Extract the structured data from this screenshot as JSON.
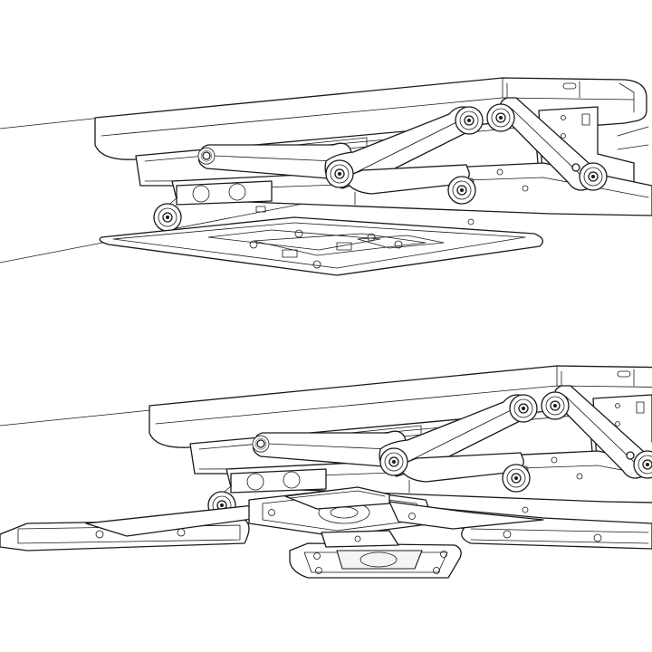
{
  "figure": {
    "views": [
      {
        "id": "top",
        "state": "stowed",
        "tray_shape": "single-plate"
      },
      {
        "id": "bottom",
        "state": "expanded",
        "tray_shape": "cross-plates"
      }
    ],
    "colors": {
      "line": "#1a1a1a",
      "background": "#ffffff"
    }
  }
}
